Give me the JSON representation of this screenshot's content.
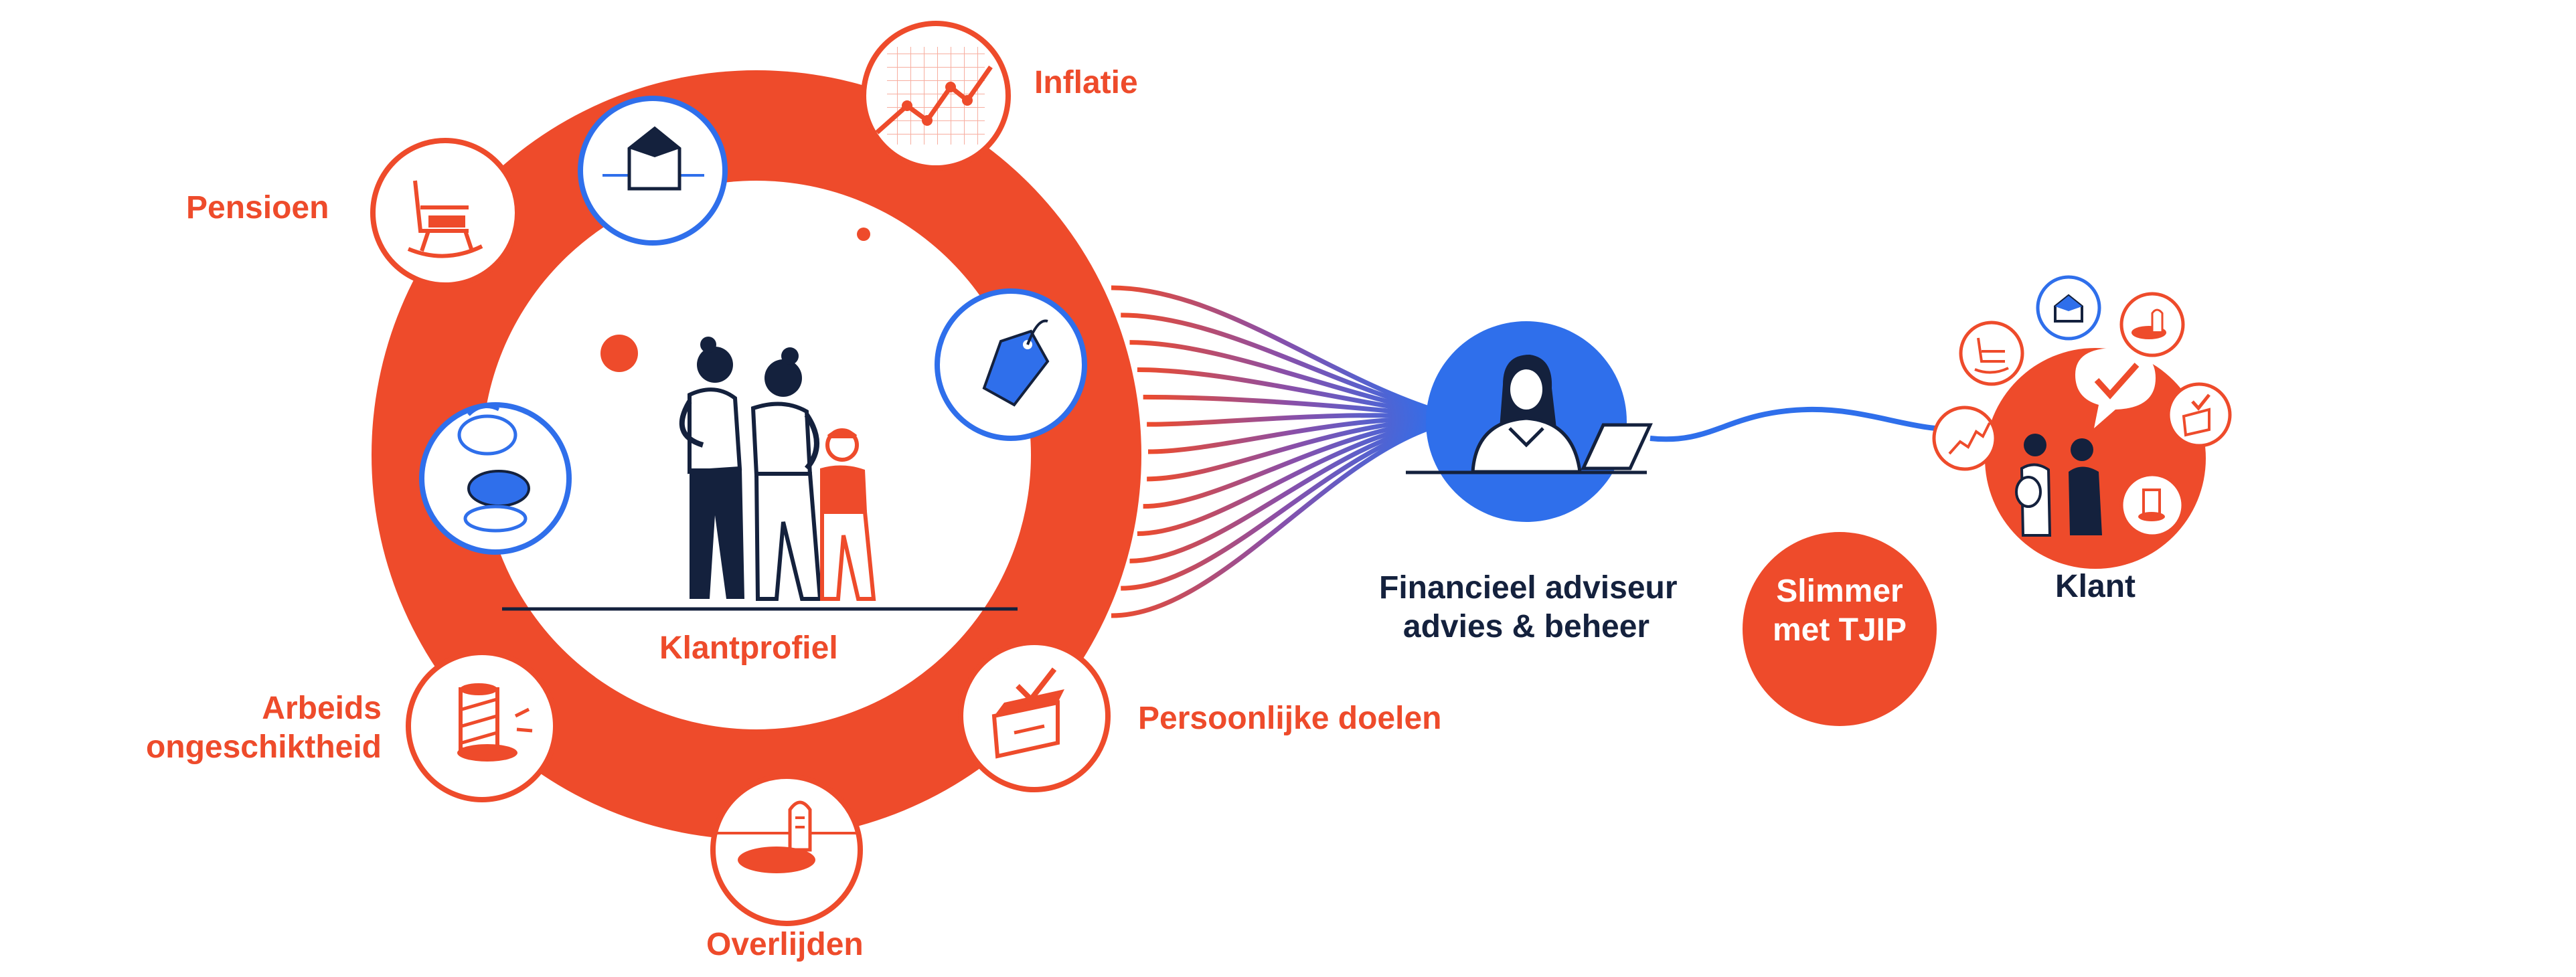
{
  "colors": {
    "orange": "#EE4B2B",
    "blue": "#2F6FEB",
    "navy": "#14213D",
    "white": "#FFFFFF"
  },
  "hub": {
    "center_label": "Klantprofiel",
    "risks": [
      {
        "id": "pensioen",
        "label": "Pensioen",
        "icon": "rocking-chair-icon"
      },
      {
        "id": "inflatie",
        "label": "Inflatie",
        "icon": "rising-chart-icon"
      },
      {
        "id": "arbeidsongeschiktheid",
        "label_lines": [
          "Arbeids",
          "ongeschiktheid"
        ],
        "icon": "bandaged-leg-icon"
      },
      {
        "id": "overlijden",
        "label": "Overlijden",
        "icon": "gravestone-icon"
      },
      {
        "id": "persoonlijke_doelen",
        "label": "Persoonlijke doelen",
        "icon": "gift-box-icon"
      }
    ],
    "assets": [
      {
        "id": "woning",
        "icon": "house-icon"
      },
      {
        "id": "prijs",
        "icon": "price-tag-icon"
      },
      {
        "id": "munten",
        "icon": "coins-icon"
      }
    ]
  },
  "advisor": {
    "label_lines": [
      "Financieel adviseur",
      "advies & beheer"
    ],
    "icon": "advisor-at-laptop-icon"
  },
  "slimmer": {
    "label_lines": [
      "Slimmer",
      "met TJIP"
    ]
  },
  "client": {
    "label": "Klant",
    "icon": "client-with-checkmark-icon"
  }
}
